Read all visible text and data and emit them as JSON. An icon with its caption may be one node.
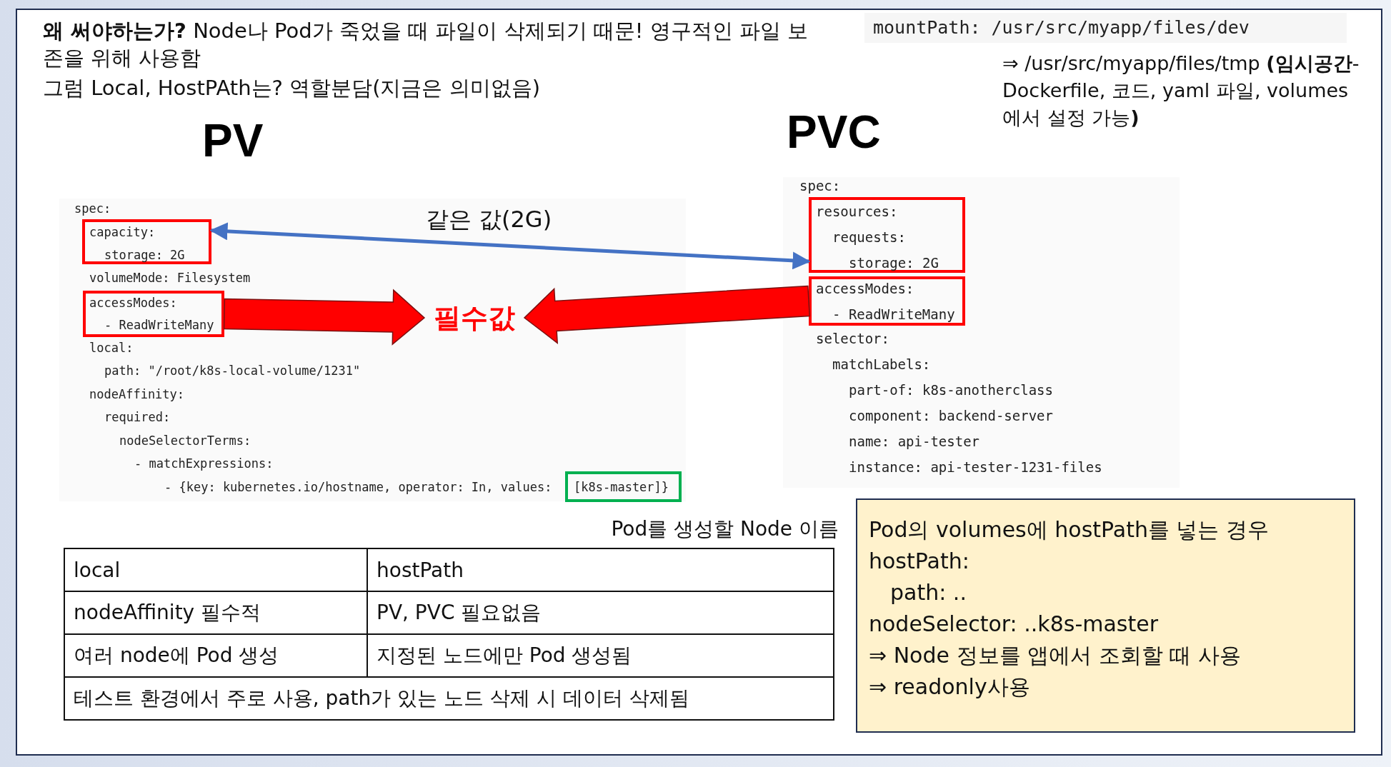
{
  "diagram": {
    "nodes": [
      {
        "text": [
          "PV",
          "spec:",
          "volumeMode: Filesystem",
          "local:",
          "path: \"/root/k8s-local-volume/1231\"",
          "nodeAffinity:",
          "required:",
          "nodeSelectorTerms:",
          "- matchExpressions:",
          "- {key: kubernetes.io/hostname, operator: In, values:"
        ]
      },
      {
        "text": [
          "capacity:",
          "storage: 2G"
        ],
        "in": 0
      },
      {
        "text": [
          "accessModes:",
          "- ReadWriteMany"
        ],
        "in": 0
      },
      {
        "text": [
          "[k8s-master]}"
        ],
        "in": 0,
        "beside": [
          "Pod를 생성할 Node 이름"
        ]
      },
      {
        "text": [
          "필수값"
        ],
        "in": 0
      },
      {
        "text": [
          "PVC",
          "spec:",
          "selector:",
          "matchLabels:",
          "part-of: k8s-anotherclass",
          "component: backend-server",
          "name: api-tester",
          "instance: api-tester-1231-files"
        ]
      },
      {
        "text": [
          "resources:",
          "requests:",
          "storage: 2G"
        ],
        "in": 5
      },
      {
        "text": [
          "accessModes:",
          "- ReadWriteMany"
        ],
        "in": 5
      },
      {
        "text": [
          "Pod의 volumes에 hostPath를 넣는 경우",
          "hostPath:",
          "path: ..",
          "nodeSelector: ..k8s-master",
          "⇒ Node 정보를 앱에서 조회할 때 사용",
          "⇒ readonly사용"
        ]
      }
    ],
    "edges": [
      {
        "from": 1,
        "to": 6,
        "arrow": "both",
        "label": "같은 값(2G)",
        "color": "#4472c4"
      },
      {
        "from": 2,
        "to": 4,
        "arrow": "to",
        "style": "thick",
        "color": "#ff0000"
      },
      {
        "from": 7,
        "to": 4,
        "arrow": "to",
        "style": "thick",
        "color": "#ff0000"
      }
    ],
    "labels": [
      "**왜 써야하는가?** Node나 Pod가 죽었을 때 파일이 삭제되기 때문! 영구적인 파일 보존을 위해 사용함",
      "그럼 Local, HostPAth는? 역할분담(지금은 의미없음)",
      "mountPath: /usr/src/myapp/files/dev",
      "⇒ /usr/src/myapp/files/tmp **(임시공간**-Dockerfile, 코드, yaml 파일, volumes에서 설정 가능**)**",
      "local",
      "hostPath",
      "nodeAffinity 필수적",
      "PV, PVC 필요없음",
      "여러 node에 Pod 생성",
      "지정된 노드에만 Pod 생성됨",
      "테스트 환경에서 주로 사용, path가 있는 노드 삭제 시 데이터 삭제됨"
    ]
  }
}
